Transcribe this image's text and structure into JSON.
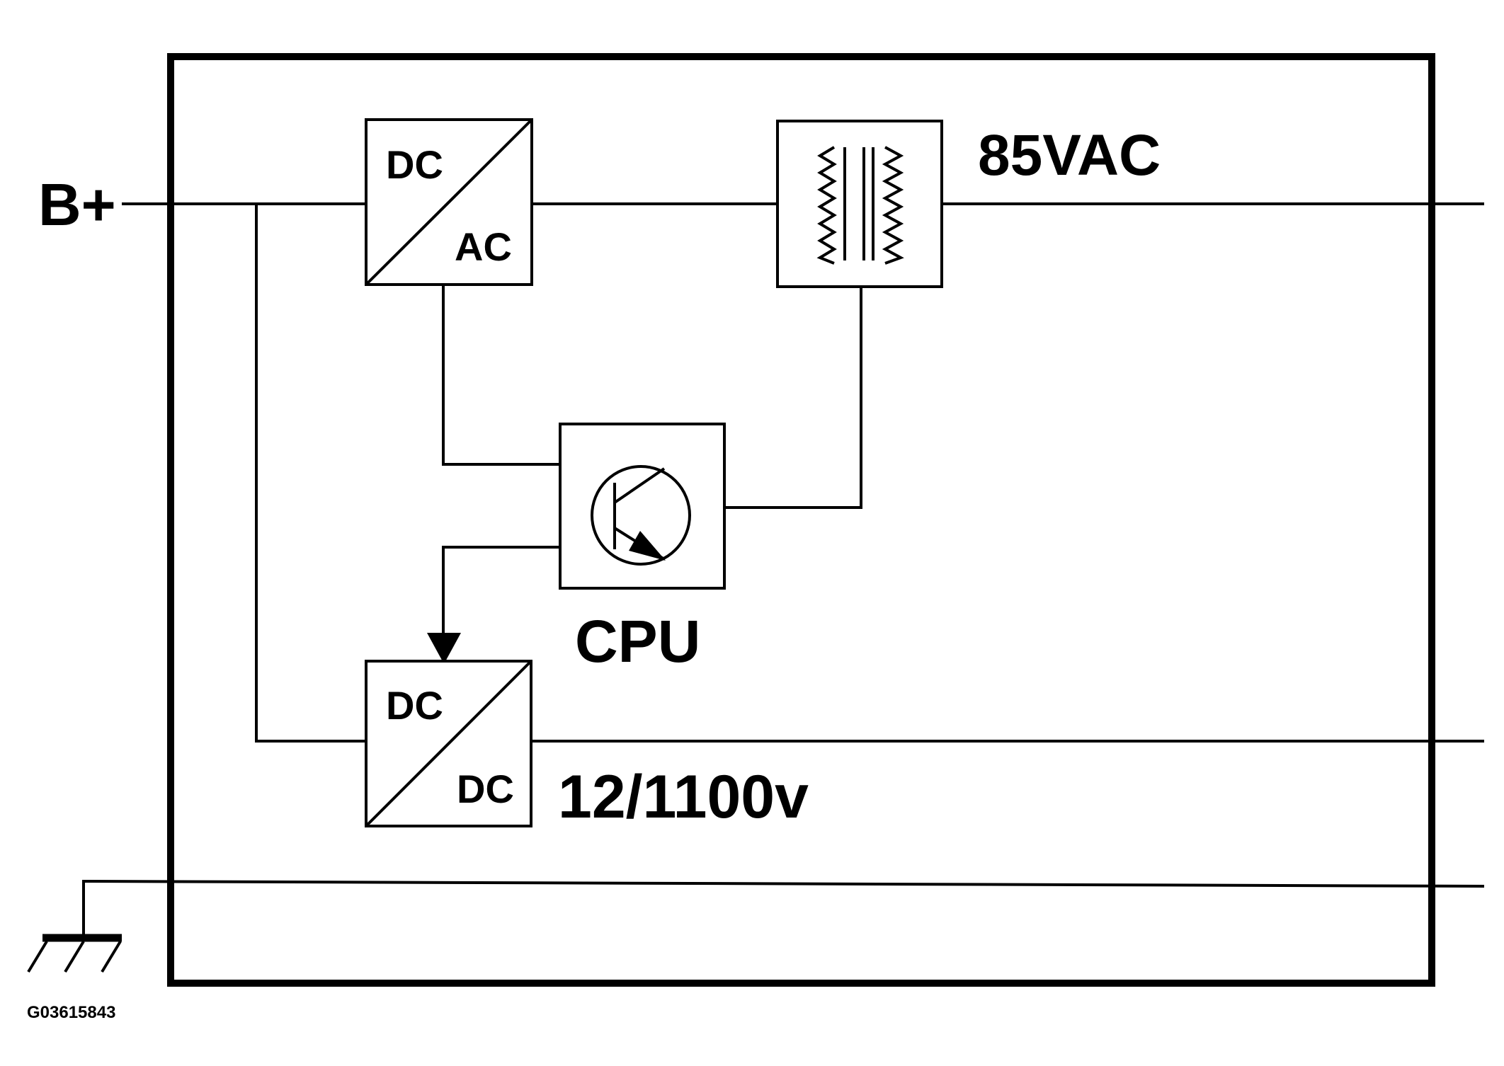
{
  "diagram": {
    "supply_label": "B+",
    "converter_top": {
      "input": "DC",
      "output": "AC"
    },
    "converter_bottom": {
      "input": "DC",
      "output": "DC"
    },
    "output_ac_label": "85VAC",
    "output_dc_label": "12/1100v",
    "controller_label": "CPU",
    "figure_id": "G03615843",
    "icons": [
      "transformer-icon",
      "transistor-icon",
      "ground-icon"
    ],
    "colors": {
      "ink": "#000000",
      "background": "#ffffff"
    }
  }
}
